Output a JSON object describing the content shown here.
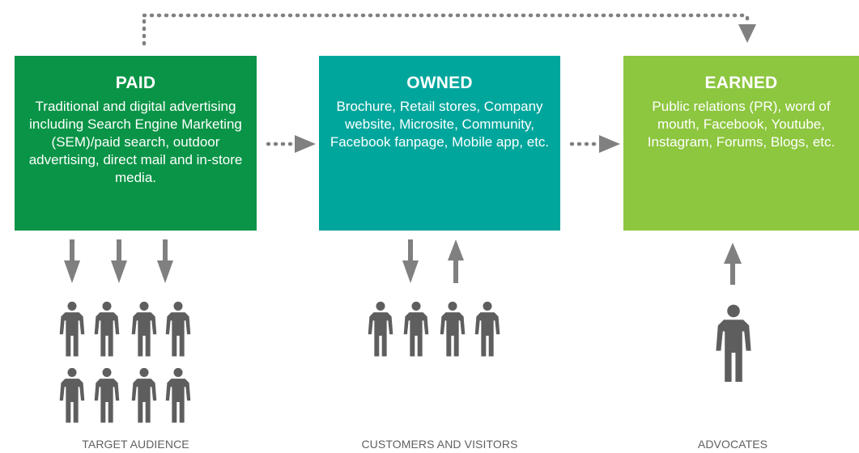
{
  "boxes": {
    "paid": {
      "title": "PAID",
      "text": "Traditional and digital advertising including Search Engine Marketing (SEM)/paid search, outdoor advertising, direct mail and in-store media.",
      "color": "#0a9447"
    },
    "owned": {
      "title": "OWNED",
      "text": "Brochure, Retail stores, Company website, Microsite, Community, Facebook fanpage, Mobile app, etc.",
      "color": "#00a69c"
    },
    "earned": {
      "title": "EARNED",
      "text": "Public relations (PR), word of mouth, Facebook, Youtube, Instagram, Forums, Blogs, etc.",
      "color": "#8dc63f"
    }
  },
  "captions": {
    "target": "TARGET AUDIENCE",
    "customers": "CUSTOMERS AND VISITORS",
    "advocates": "ADVOCATES"
  },
  "colors": {
    "arrow": "#808080",
    "person": "#5e5e5e",
    "caption": "#606060"
  }
}
